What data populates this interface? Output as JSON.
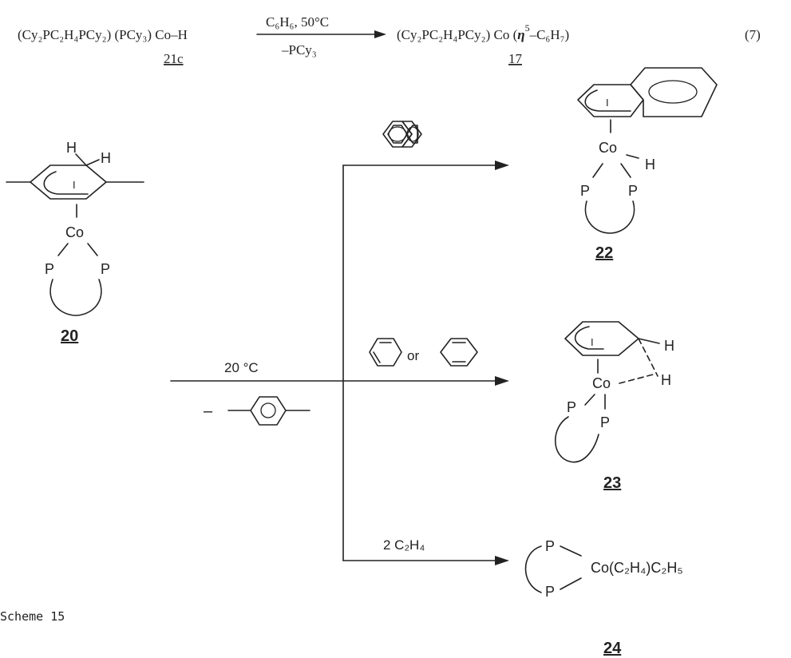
{
  "equation7": {
    "reactant": "(Cy₂PC₂H₄PCy₂) (PCy₃) Co–H",
    "reactant_label": "21c",
    "conditions_top": "C₆H₆, 50°C",
    "conditions_bottom": "–PCy₃",
    "product_prefix": "(Cy₂PC₂H₄PCy₂) Co (",
    "product_eta": "η",
    "product_hapto": "5",
    "product_suffix": "–C₆H₇)",
    "product_label": "17",
    "number": "(7)"
  },
  "compound20": {
    "h1": "H",
    "h2": "H",
    "one": "I",
    "co": "Co",
    "p_left": "P",
    "p_right": "P",
    "label": "20"
  },
  "main_arrow": {
    "condition": "20 °C",
    "loss": "–"
  },
  "branch_cyclohexadiene": {
    "or": "or"
  },
  "compound22": {
    "one": "I",
    "co": "Co",
    "h": "H",
    "p_left": "P",
    "p_right": "P",
    "label": "22"
  },
  "compound23": {
    "one": "I",
    "h_top": "H",
    "co": "Co",
    "h_bridge": "H",
    "p_left": "P",
    "p_right": "P",
    "label": "23"
  },
  "branch_ethylene": {
    "reagent": "2 C₂H₄"
  },
  "compound24": {
    "p_top": "P",
    "p_bottom": "P",
    "formula": "Co(C₂H₄)C₂H₅",
    "label": "24"
  },
  "caption": "Scheme 15"
}
